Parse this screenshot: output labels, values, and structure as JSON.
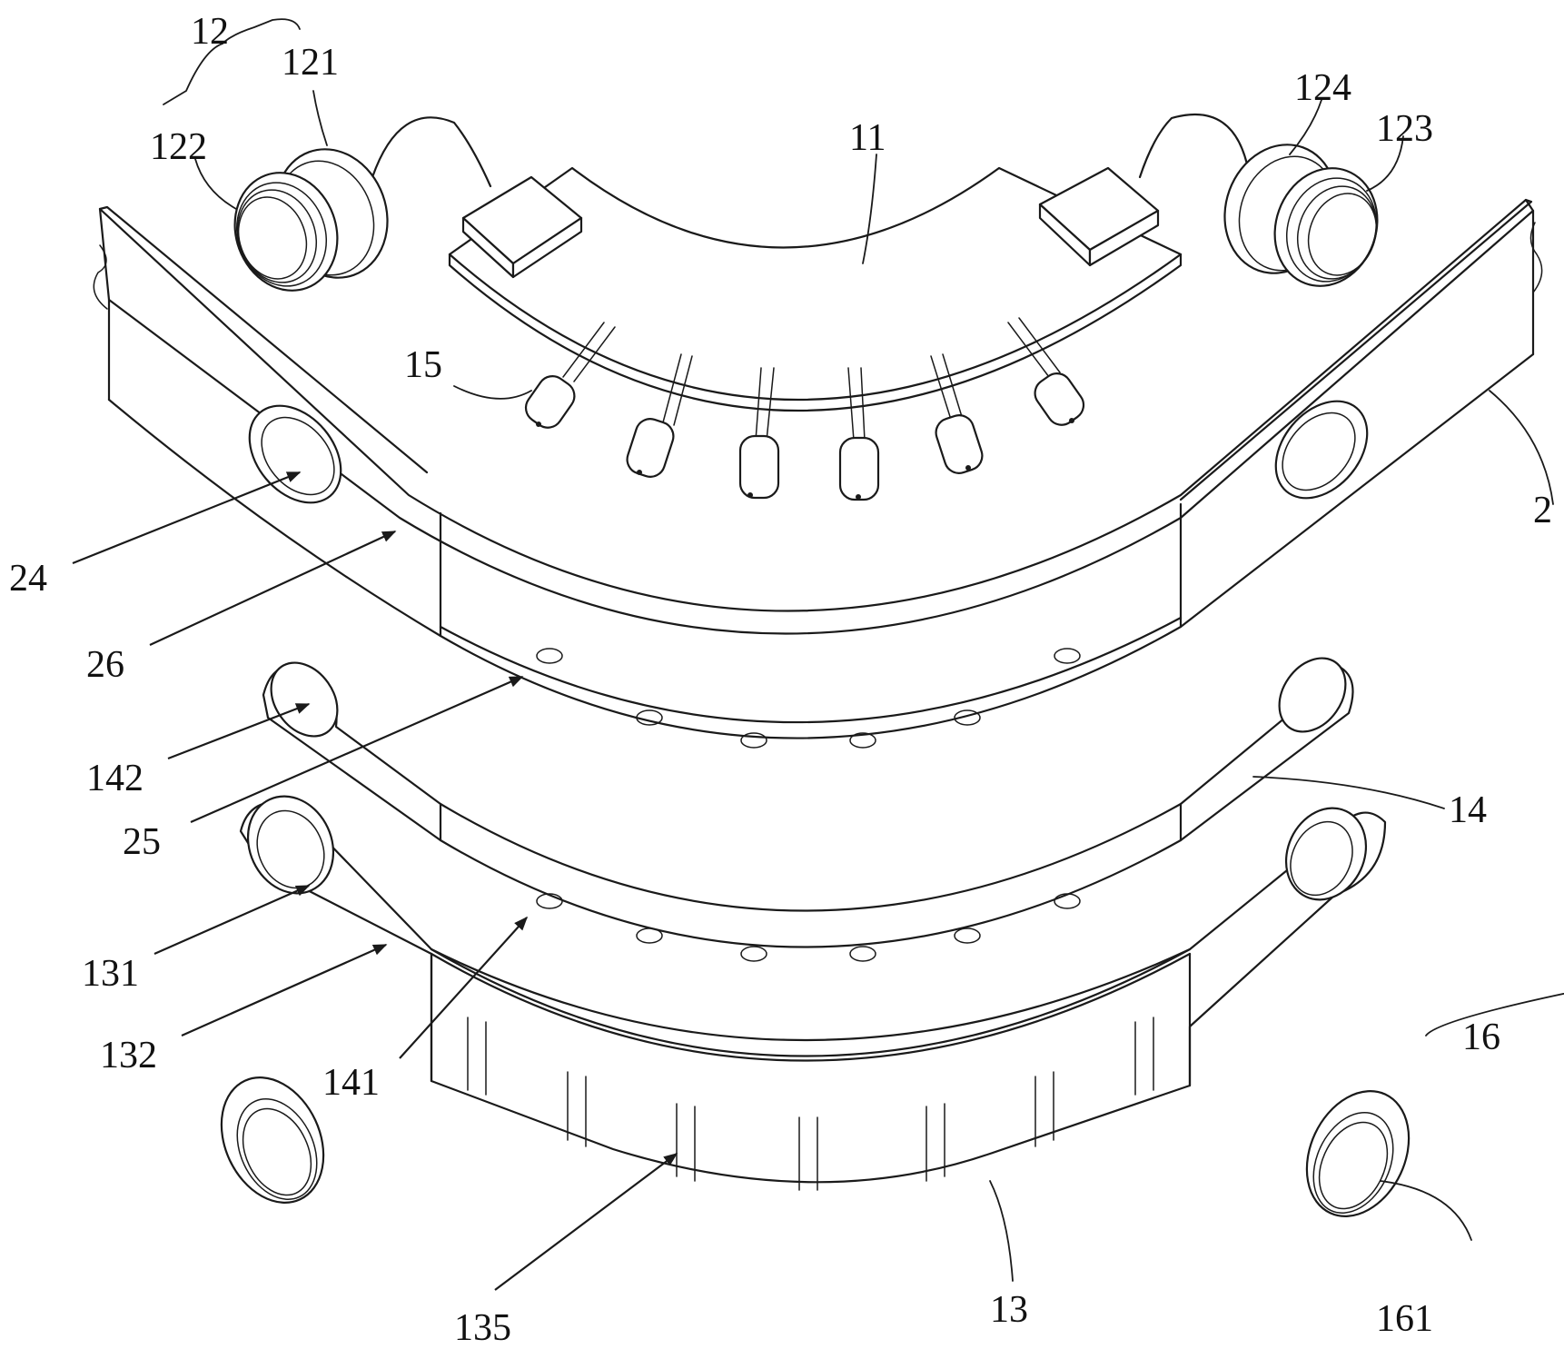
{
  "labels": {
    "l12": "12",
    "l121": "121",
    "l122": "122",
    "l11": "11",
    "l124": "124",
    "l123": "123",
    "l15": "15",
    "l2": "2",
    "l24": "24",
    "l26": "26",
    "l142": "142",
    "l25": "25",
    "l14": "14",
    "l131": "131",
    "l132": "132",
    "l141": "141",
    "l16": "16",
    "l135": "135",
    "l13": "13",
    "l161": "161"
  },
  "colors": {
    "line": "#1a1a1a",
    "background": "#ffffff"
  }
}
